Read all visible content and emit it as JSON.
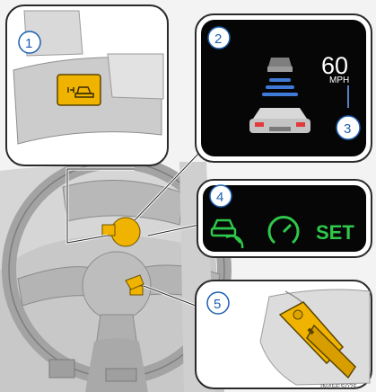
{
  "callouts": [
    "1",
    "2",
    "3",
    "4",
    "5"
  ],
  "display": {
    "speed_value": "60",
    "speed_unit": "MPH"
  },
  "indicators": {
    "set_label": "SET"
  },
  "figure_code": "IN45ES025",
  "colors": {
    "callout_blue": "#1e5fb0",
    "accent_yellow": "#f0b400",
    "indicator_green": "#2ec84a",
    "screen_black": "#060606",
    "radar_blue": "#3f7ad6"
  }
}
